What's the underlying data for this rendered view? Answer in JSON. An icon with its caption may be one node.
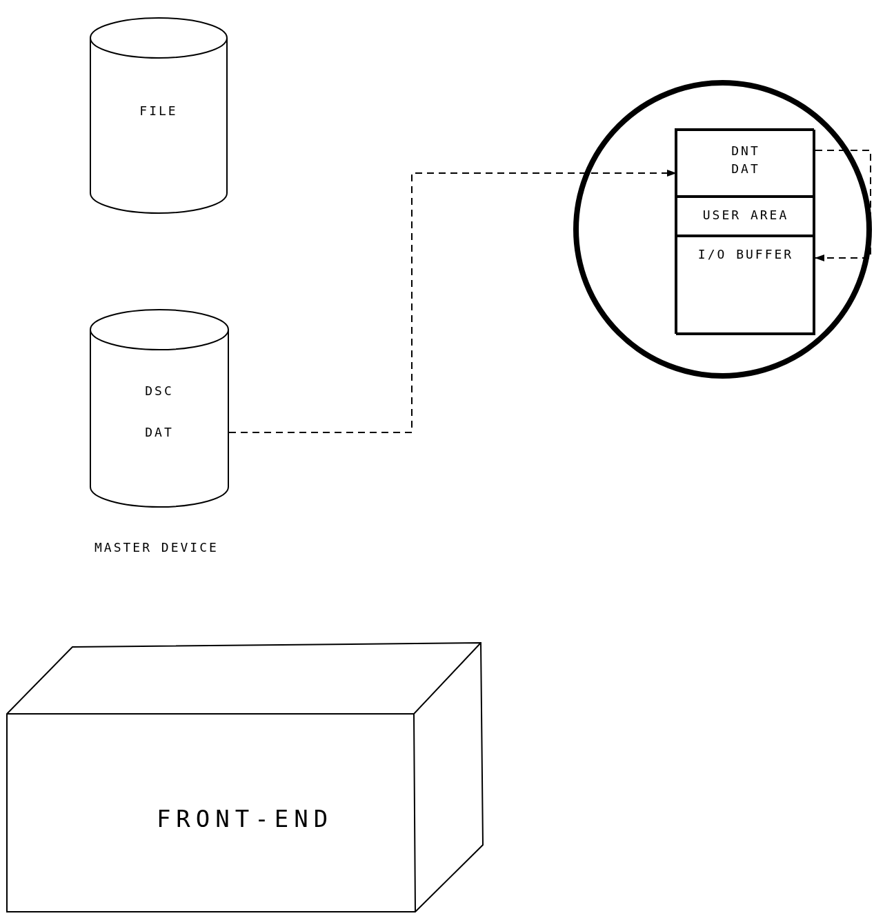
{
  "diagram": {
    "nodes": [
      {
        "text": [
          "FILE"
        ]
      },
      {
        "text": [
          "DSC",
          "DAT"
        ]
      },
      {
        "text": [],
        "shape": "circle"
      },
      {
        "text": [],
        "shape": "box",
        "in": 2
      },
      {
        "text": [
          "DNT",
          "DAT"
        ],
        "in": 3
      },
      {
        "text": [
          "USER AREA"
        ],
        "in": 3
      },
      {
        "text": [
          "I/O BUFFER"
        ],
        "in": 3
      },
      {
        "text": [
          "FRONT-END"
        ]
      }
    ],
    "edges": [
      {
        "from": 1,
        "to": 4,
        "arrow": "to",
        "style": "dashed"
      },
      {
        "from": 4,
        "to": 6,
        "arrow": "to",
        "style": "dashed"
      }
    ],
    "labels": [
      "MASTER DEVICE"
    ]
  }
}
